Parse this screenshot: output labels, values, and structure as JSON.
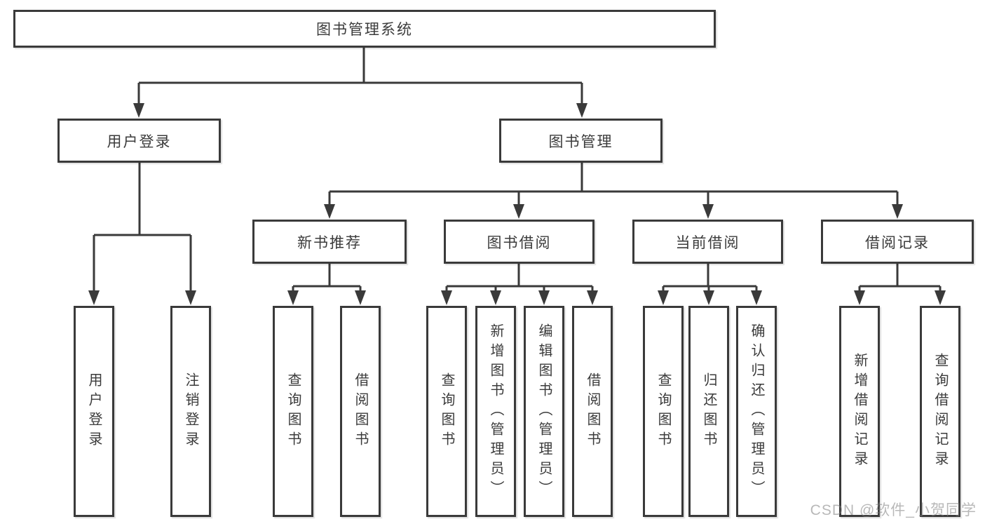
{
  "diagram": {
    "root": {
      "label": "图书管理系统"
    },
    "level2": {
      "user_login": {
        "label": "用户登录"
      },
      "book_mgmt": {
        "label": "图书管理"
      }
    },
    "level3": {
      "new_book_rec": {
        "label": "新书推荐"
      },
      "book_borrow": {
        "label": "图书借阅"
      },
      "current_borrow": {
        "label": "当前借阅"
      },
      "borrow_record": {
        "label": "借阅记录"
      }
    },
    "leaves": {
      "user_login_v": {
        "label": "用户登录"
      },
      "logout": {
        "label": "注销登录"
      },
      "query_book_a": {
        "label": "查询图书"
      },
      "borrow_book_a": {
        "label": "借阅图书"
      },
      "query_book_b": {
        "label": "查询图书"
      },
      "add_book": {
        "label": "新增图书（管理员）"
      },
      "edit_book": {
        "label": "编辑图书（管理员）"
      },
      "borrow_book_b": {
        "label": "借阅图书"
      },
      "query_book_c": {
        "label": "查询图书"
      },
      "return_book": {
        "label": "归还图书"
      },
      "confirm_return": {
        "label": "确认归还（管理员）"
      },
      "add_borrow_record": {
        "label": "新增借阅记录"
      },
      "query_borrow_record": {
        "label": "查询借阅记录"
      }
    }
  },
  "watermark": {
    "text": "CSDN @软件_小贺同学"
  },
  "colors": {
    "line": "#3a3a3a",
    "text": "#3b3b3b",
    "background": "#ffffff",
    "watermark_gray": "#7d7d7d"
  }
}
